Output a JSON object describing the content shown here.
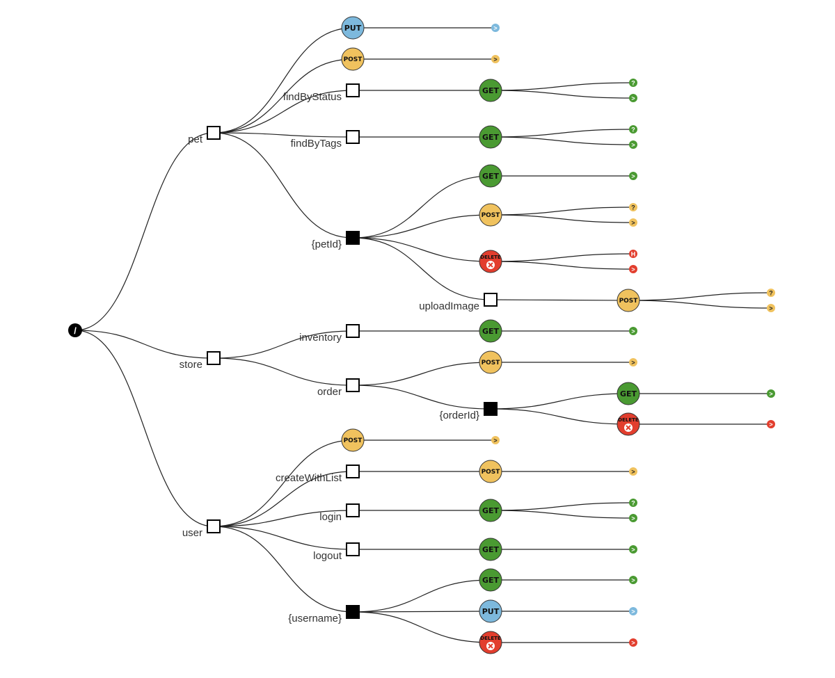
{
  "colors": {
    "put": "#7db9dd",
    "post": "#f0c25e",
    "get": "#4a9a32",
    "delete": "#e23e2e",
    "edge": "#222222"
  },
  "tree": {
    "root": {
      "label": "/"
    },
    "nodes": [
      {
        "id": "pet",
        "label": "pet",
        "kind": "path"
      },
      {
        "id": "findByStatus",
        "label": "findByStatus",
        "kind": "path"
      },
      {
        "id": "findByTags",
        "label": "findByTags",
        "kind": "path"
      },
      {
        "id": "petId",
        "label": "{petId}",
        "kind": "param"
      },
      {
        "id": "uploadImage",
        "label": "uploadImage",
        "kind": "path"
      },
      {
        "id": "store",
        "label": "store",
        "kind": "path"
      },
      {
        "id": "inventory",
        "label": "inventory",
        "kind": "path"
      },
      {
        "id": "order",
        "label": "order",
        "kind": "path"
      },
      {
        "id": "orderId",
        "label": "{orderId}",
        "kind": "param"
      },
      {
        "id": "user",
        "label": "user",
        "kind": "path"
      },
      {
        "id": "createWithList",
        "label": "createWithList",
        "kind": "path"
      },
      {
        "id": "login",
        "label": "login",
        "kind": "path"
      },
      {
        "id": "logout",
        "label": "logout",
        "kind": "path"
      },
      {
        "id": "username",
        "label": "{username}",
        "kind": "param"
      }
    ],
    "methods": [
      {
        "id": "m-pet-put",
        "parent": "pet",
        "method": "PUT",
        "label": "PUT",
        "responses": [
          ">"
        ]
      },
      {
        "id": "m-pet-post",
        "parent": "pet",
        "method": "POST",
        "label": "POST",
        "responses": [
          ">"
        ]
      },
      {
        "id": "m-findByStatus-get",
        "parent": "findByStatus",
        "method": "GET",
        "label": "GET",
        "responses": [
          "?",
          ">"
        ]
      },
      {
        "id": "m-findByTags-get",
        "parent": "findByTags",
        "method": "GET",
        "label": "GET",
        "responses": [
          "?",
          ">"
        ]
      },
      {
        "id": "m-petId-get",
        "parent": "petId",
        "method": "GET",
        "label": "GET",
        "responses": [
          ">"
        ]
      },
      {
        "id": "m-petId-post",
        "parent": "petId",
        "method": "POST",
        "label": "POST",
        "responses": [
          "?",
          ">"
        ]
      },
      {
        "id": "m-petId-delete",
        "parent": "petId",
        "method": "DELETE",
        "label": "DELETE",
        "responses": [
          "H",
          ">"
        ]
      },
      {
        "id": "m-uploadImage-post",
        "parent": "uploadImage",
        "method": "POST",
        "label": "POST",
        "responses": [
          "?",
          ">"
        ]
      },
      {
        "id": "m-inventory-get",
        "parent": "inventory",
        "method": "GET",
        "label": "GET",
        "responses": [
          ">"
        ]
      },
      {
        "id": "m-order-post",
        "parent": "order",
        "method": "POST",
        "label": "POST",
        "responses": [
          ">"
        ]
      },
      {
        "id": "m-orderId-get",
        "parent": "orderId",
        "method": "GET",
        "label": "GET",
        "responses": [
          ">"
        ]
      },
      {
        "id": "m-orderId-delete",
        "parent": "orderId",
        "method": "DELETE",
        "label": "DELETE",
        "responses": [
          ">"
        ]
      },
      {
        "id": "m-user-post",
        "parent": "user",
        "method": "POST",
        "label": "POST",
        "responses": [
          ">"
        ]
      },
      {
        "id": "m-createWithList-post",
        "parent": "createWithList",
        "method": "POST",
        "label": "POST",
        "responses": [
          ">"
        ]
      },
      {
        "id": "m-login-get",
        "parent": "login",
        "method": "GET",
        "label": "GET",
        "responses": [
          "?",
          ">"
        ]
      },
      {
        "id": "m-logout-get",
        "parent": "logout",
        "method": "GET",
        "label": "GET",
        "responses": [
          ">"
        ]
      },
      {
        "id": "m-username-get",
        "parent": "username",
        "method": "GET",
        "label": "GET",
        "responses": [
          ">"
        ]
      },
      {
        "id": "m-username-put",
        "parent": "username",
        "method": "PUT",
        "label": "PUT",
        "responses": [
          ">"
        ]
      },
      {
        "id": "m-username-delete",
        "parent": "username",
        "method": "DELETE",
        "label": "DELETE",
        "responses": [
          ">"
        ]
      }
    ]
  }
}
